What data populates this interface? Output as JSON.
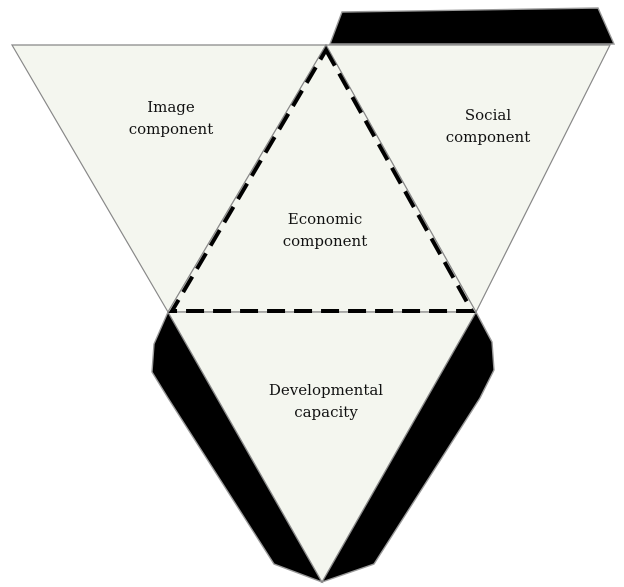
{
  "faces": {
    "image": {
      "line1": "Image",
      "line2": "component"
    },
    "social": {
      "line1": "Social",
      "line2": "component"
    },
    "economic": {
      "line1": "Economic",
      "line2": "component"
    },
    "developmental": {
      "line1": "Developmental",
      "line2": "capacity"
    }
  },
  "colors": {
    "face_fill": "#f4f6ef",
    "edge": "#888888",
    "flap": "#000000",
    "dashed": "#000000"
  }
}
